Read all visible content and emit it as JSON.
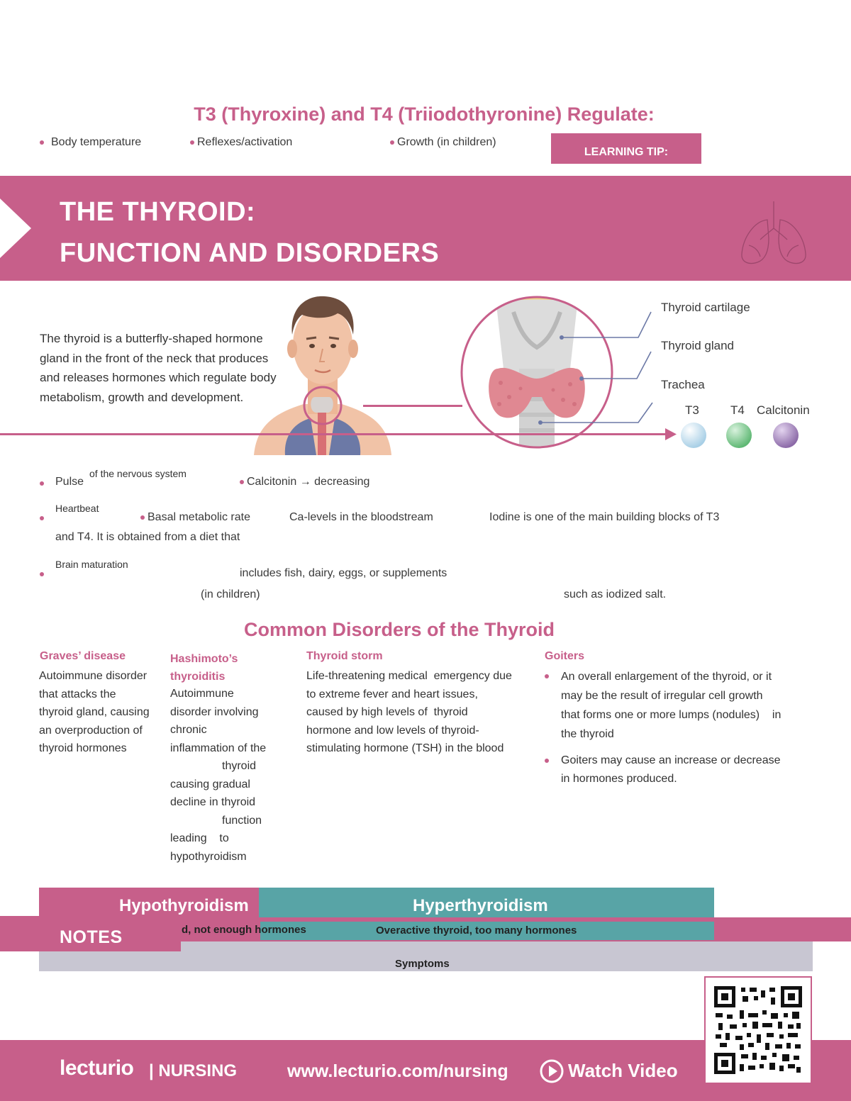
{
  "regulate": {
    "title": "T3 (Thyroxine) and T4 (Triiodothyronine) Regulate:",
    "items": [
      "Body temperature",
      "Reflexes/activation",
      "Growth (in children)"
    ],
    "learning_tip": "LEARNING TIP:"
  },
  "banner": {
    "title_line1": "THE THYROID:",
    "title_line2": "FUNCTION AND DISORDERS"
  },
  "intro": "The thyroid is a butterfly-shaped hormone gland in the front of the neck that produces and releases hormones which regulate body metabolism, growth and development.",
  "anatomy": {
    "labels": [
      "Thyroid cartilage",
      "Thyroid gland",
      "Trachea"
    ],
    "hormones": [
      "T3",
      "T4",
      "Calcitonin"
    ],
    "hormone_colors": [
      "#a8cfe6",
      "#5fb874",
      "#8c6aa8"
    ]
  },
  "functions": {
    "pulse": "Pulse",
    "nervous": "of the nervous system",
    "calcitonin": "Calcitonin → decreasing",
    "heartbeat": "Heartbeat",
    "bmr": "Basal metabolic rate",
    "ca_levels": "Ca-levels in the bloodstream",
    "iodine_1": "Iodine is one of the main building blocks of T3",
    "iodine_2": "and T4. It is obtained from a diet that",
    "brain": "Brain maturation",
    "diet": "includes fish, dairy, eggs, or supplements",
    "children": "(in children)",
    "salt": "such as iodized salt."
  },
  "disorders": {
    "title": "Common Disorders of the Thyroid",
    "graves": {
      "name": "Graves’ disease",
      "lines": [
        "Autoimmune disorder",
        "that attacks the",
        "thyroid gland, causing",
        "an overproduction  of",
        "thyroid hormones"
      ]
    },
    "hashimoto": {
      "name_1": "Hashimoto’s",
      "name_2": "thyroiditis",
      "lines": [
        "Autoimmune",
        "disorder  involving",
        "chronic",
        "inflammation of the",
        "thyroid",
        "causing gradual",
        "decline in thyroid",
        "function",
        "leading    to",
        "hypothyroidism"
      ]
    },
    "storm": {
      "name": "Thyroid storm",
      "lines": [
        "Life-threatening medical  emergency due",
        "to extreme fever and heart issues,",
        "caused by high levels of  thyroid",
        "hormone and low levels of thyroid-",
        "stimulating hormone (TSH) in the blood"
      ]
    },
    "goiters": {
      "name": "Goiters",
      "b1": [
        "An overall enlargement of the thyroid, or it",
        "may be the result of irregular cell growth",
        "that forms one or more lumps (nodules)    in",
        "the thyroid"
      ],
      "b2": [
        "Goiters may cause an increase or decrease",
        "in hormones produced."
      ]
    }
  },
  "table": {
    "hypo": "Hypothyroidism",
    "hyper": "Hyperthyroidism",
    "hypo_sub": "d, not enough hormones",
    "hyper_sub": "Overactive thyroid, too many hormones",
    "notes": "NOTES",
    "symptoms": "Symptoms"
  },
  "footer": {
    "brand": "lecturio",
    "section": "| NURSING",
    "url": "www.lecturio.com/nursing",
    "watch": "Watch Video"
  },
  "colors": {
    "pink": "#c75f8a",
    "teal": "#58a4a6",
    "grey": "#c8c6d2"
  }
}
